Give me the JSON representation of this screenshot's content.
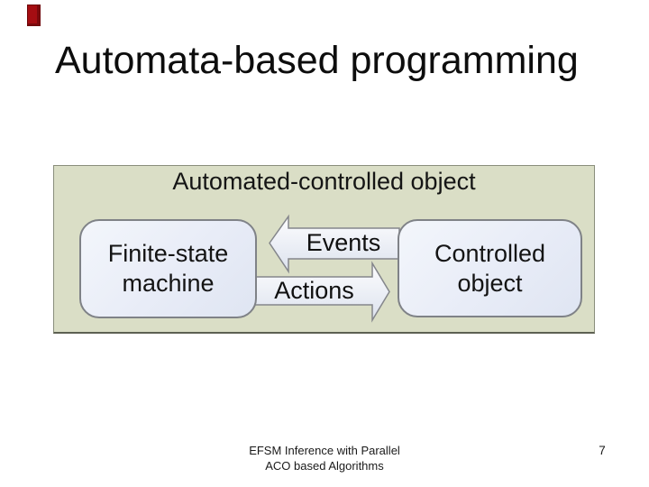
{
  "slide": {
    "title": "Automata-based programming",
    "footer_line1": "EFSM Inference with Parallel",
    "footer_line2": "ACO based Algorithms",
    "page_number": "7"
  },
  "diagram": {
    "title": "Automated-controlled object",
    "fsm_box": {
      "line1": "Finite-state",
      "line2": "machine"
    },
    "controlled_box": {
      "line1": "Controlled",
      "line2": "object"
    },
    "events_arrow_label": "Events",
    "actions_arrow_label": "Actions",
    "colors": {
      "panel_bg": "#dadec6",
      "panel_border": "#8a8e7c",
      "box_bg": "#e9edf8",
      "box_border": "#7f8287",
      "arrow_fill_top": "#fdfdfe",
      "arrow_fill_bottom": "#dce2ee",
      "arrow_border": "#84868b",
      "accent_red": "#a50d12",
      "text": "#111111"
    }
  }
}
